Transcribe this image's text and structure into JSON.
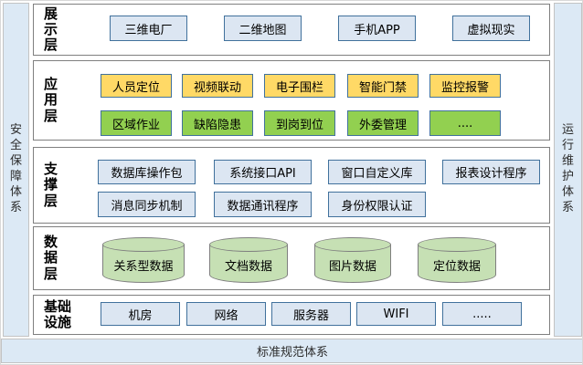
{
  "pillars": {
    "left": "安\n全\n保\n障\n体\n系",
    "right": "运\n行\n维\n护\n体\n系",
    "bottom": "标准规范体系"
  },
  "layers": {
    "presentation": {
      "label": "展\n示\n层",
      "items": [
        "三维电厂",
        "二维地图",
        "手机APP",
        "虚拟现实"
      ]
    },
    "application": {
      "label": "应\n用\n层",
      "row1": [
        "人员定位",
        "视频联动",
        "电子围栏",
        "智能门禁",
        "监控报警"
      ],
      "row2": [
        "区域作业",
        "缺陷隐患",
        "到岗到位",
        "外委管理",
        "...."
      ]
    },
    "support": {
      "label": "支\n撑\n层",
      "row1": [
        "数据库操作包",
        "系统接口API",
        "窗口自定义库",
        "报表设计程序"
      ],
      "row2": [
        "消息同步机制",
        "数据通讯程序",
        "身份权限认证"
      ]
    },
    "data": {
      "label": "数\n据\n层",
      "items": [
        "关系型数据",
        "文档数据",
        "图片数据",
        "定位数据"
      ]
    },
    "infrastructure": {
      "label": "基础\n设施",
      "items": [
        "机房",
        "网络",
        "服务器",
        "WIFI",
        "....."
      ]
    }
  },
  "colors": {
    "pillar_fill": "#dce9f5",
    "layer_border": "#7f7f7f",
    "box_blue_fill": "#dce6f2",
    "box_yellow_fill": "#ffd966",
    "box_green_fill": "#92d050",
    "box_border_blue": "#41719c",
    "cylinder_fill": "#c6e0b4",
    "cylinder_border": "#7f7f7f"
  }
}
